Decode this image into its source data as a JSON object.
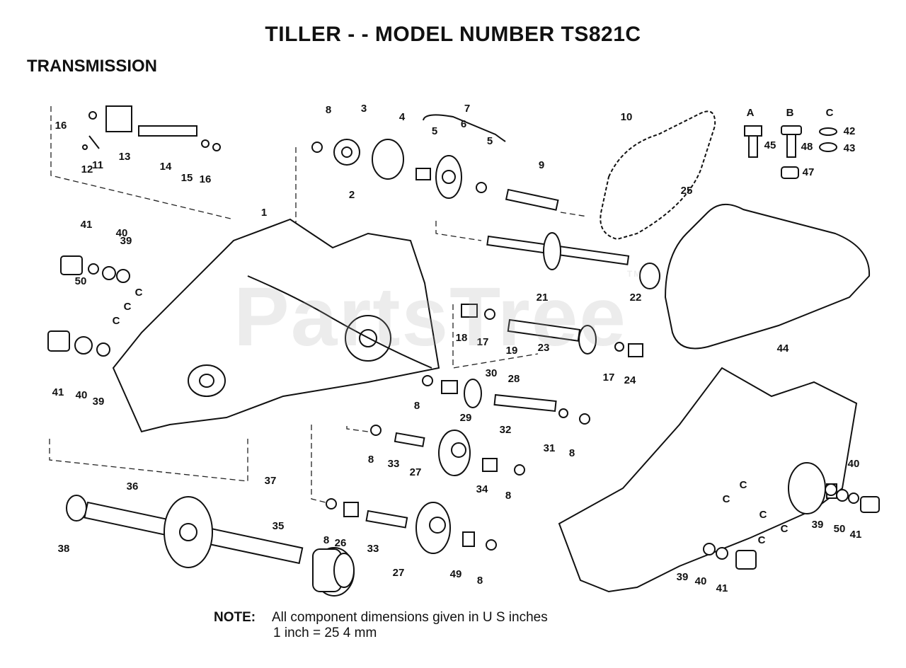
{
  "title": "TILLER - - MODEL NUMBER TS821C",
  "section": "TRANSMISSION",
  "watermark": "PartsTree",
  "watermark_tm": "TM",
  "note": {
    "label": "NOTE:",
    "line1": "All component dimensions given in U S  inches",
    "line2": "1 inch = 25 4 mm"
  },
  "hardware_legend": {
    "A": "A",
    "B": "B",
    "C": "C"
  },
  "callouts": [
    "1",
    "2",
    "3",
    "4",
    "5",
    "5",
    "6",
    "7",
    "8",
    "8",
    "8",
    "8",
    "8",
    "8",
    "8",
    "9",
    "10",
    "11",
    "12",
    "13",
    "14",
    "15",
    "16",
    "16",
    "17",
    "17",
    "18",
    "19",
    "21",
    "22",
    "23",
    "24",
    "25",
    "26",
    "27",
    "27",
    "28",
    "29",
    "30",
    "31",
    "32",
    "33",
    "33",
    "34",
    "35",
    "36",
    "37",
    "38",
    "39",
    "39",
    "39",
    "39",
    "40",
    "40",
    "40",
    "40",
    "41",
    "41",
    "41",
    "41",
    "42",
    "43",
    "44",
    "45",
    "47",
    "48",
    "49",
    "50",
    "50",
    "A",
    "B",
    "C",
    "C",
    "C",
    "C",
    "C",
    "C",
    "C",
    "C",
    "C"
  ]
}
